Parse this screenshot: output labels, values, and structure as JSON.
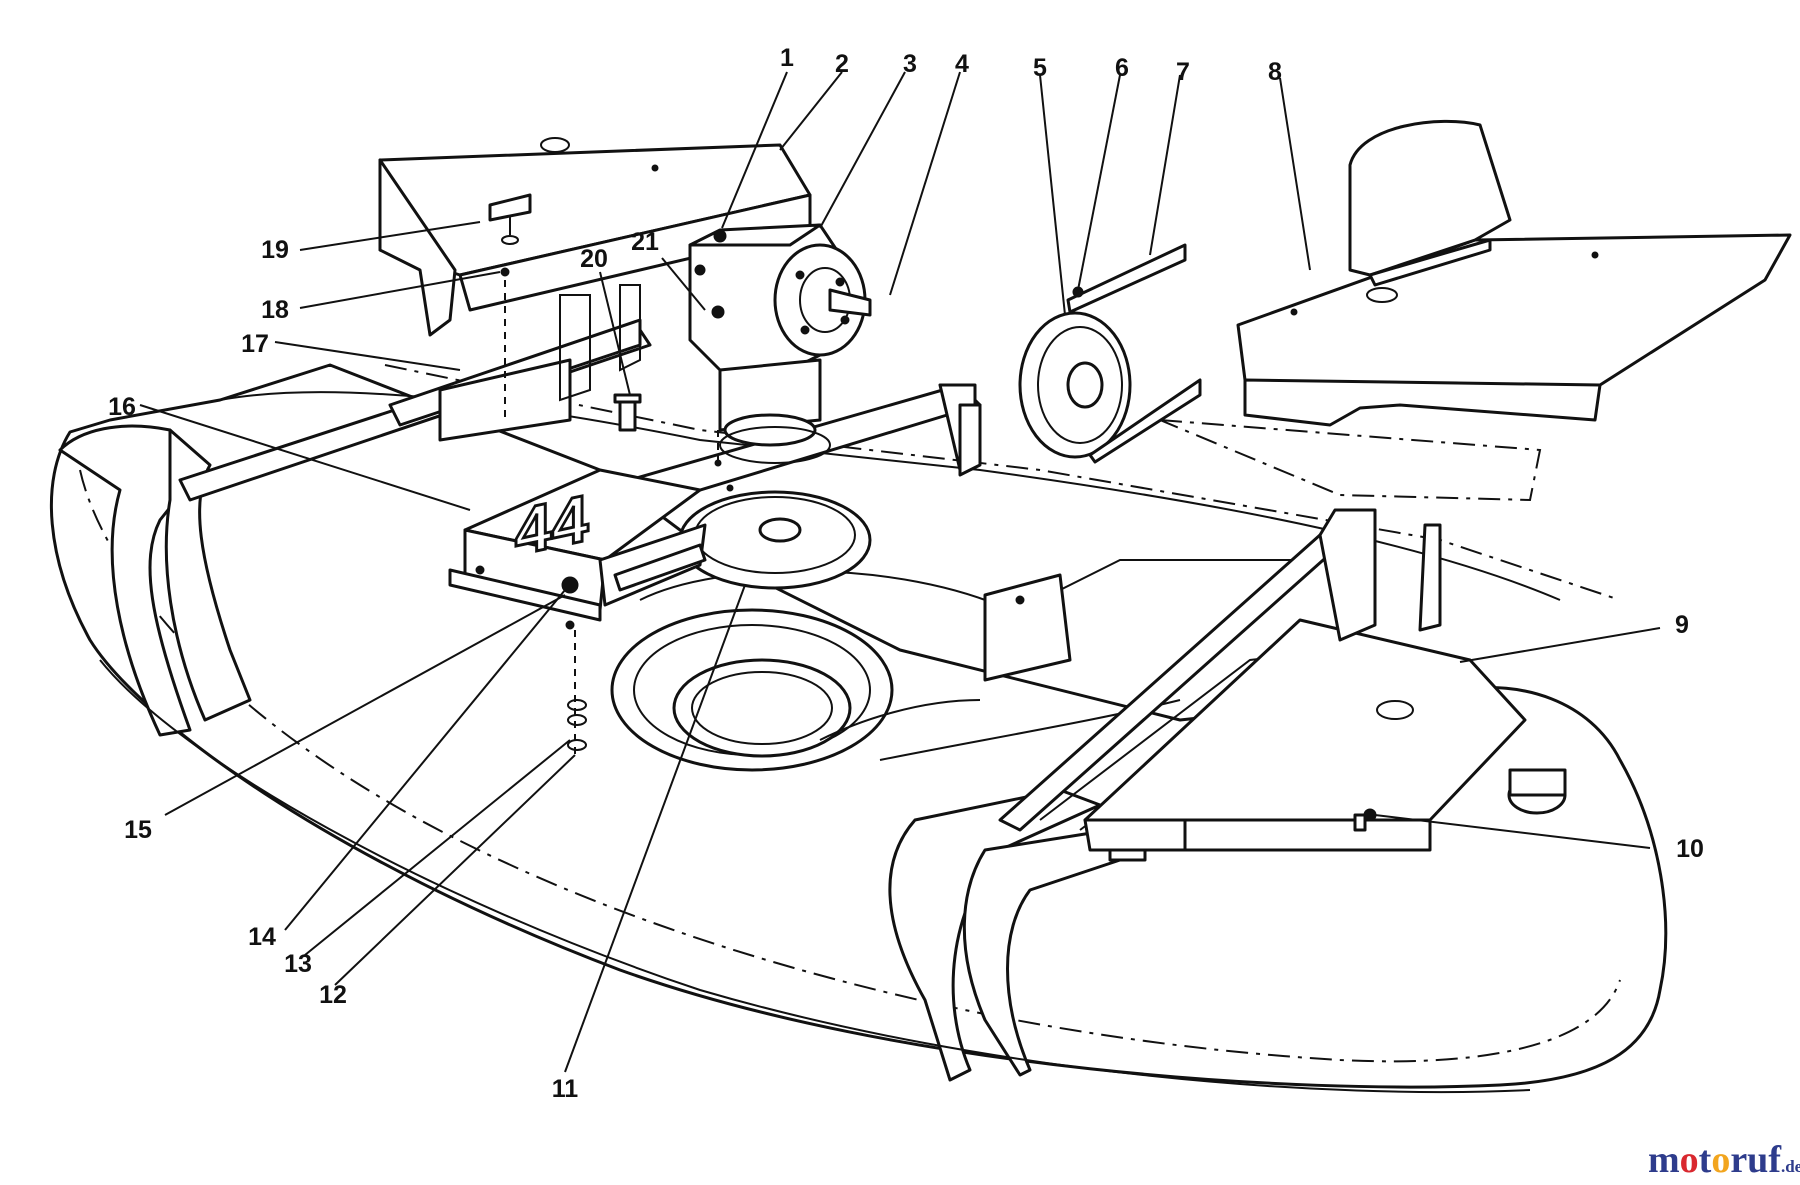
{
  "diagram": {
    "callouts": [
      {
        "id": "1",
        "label": "1"
      },
      {
        "id": "2",
        "label": "2"
      },
      {
        "id": "3",
        "label": "3"
      },
      {
        "id": "4",
        "label": "4"
      },
      {
        "id": "5",
        "label": "5"
      },
      {
        "id": "6",
        "label": "6"
      },
      {
        "id": "7",
        "label": "7"
      },
      {
        "id": "8",
        "label": "8"
      },
      {
        "id": "9",
        "label": "9"
      },
      {
        "id": "10",
        "label": "10"
      },
      {
        "id": "11",
        "label": "11"
      },
      {
        "id": "12",
        "label": "12"
      },
      {
        "id": "13",
        "label": "13"
      },
      {
        "id": "14",
        "label": "14"
      },
      {
        "id": "15",
        "label": "15"
      },
      {
        "id": "16",
        "label": "16"
      },
      {
        "id": "17",
        "label": "17"
      },
      {
        "id": "18",
        "label": "18"
      },
      {
        "id": "19",
        "label": "19"
      },
      {
        "id": "20",
        "label": "20"
      },
      {
        "id": "21",
        "label": "21"
      }
    ],
    "deck_decal": "44",
    "watermark": {
      "brand": "motoruf",
      "tld": ".de",
      "colors": {
        "m": "#2e3c8c",
        "o1": "#d9282f",
        "t": "#2e3c8c",
        "o2": "#f2a51e",
        "r": "#2e3c8c",
        "u": "#2e3c8c",
        "f": "#2e3c8c",
        "tld": "#2e3c8c"
      }
    }
  }
}
